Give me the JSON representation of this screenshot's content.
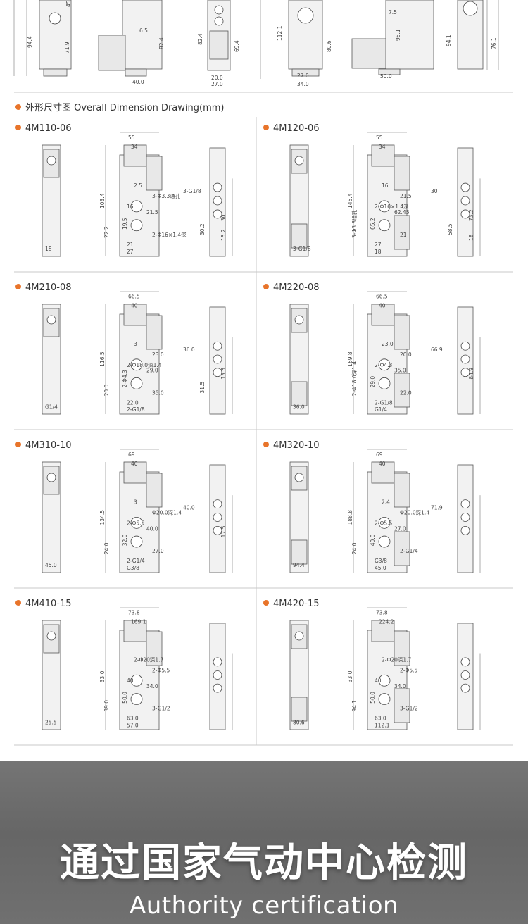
{
  "top_strip": {
    "left_dims": [
      "94.4",
      "71.9",
      "6.5",
      "82.4",
      "40.0",
      "82.4",
      "69.4",
      "20.0",
      "27.0",
      "45"
    ],
    "right_dims": [
      "112.1",
      "80.6",
      "27.0",
      "34.0",
      "7.5",
      "98.1",
      "50.0",
      "94.1",
      "76.1"
    ]
  },
  "section_heading": "外形尺寸图 Overall Dimension Drawing(mm)",
  "bullet_color": "#e8742a",
  "models": [
    {
      "name": "4M110-06",
      "dims": [
        "55",
        "34",
        "103.4",
        "2.5",
        "3-Φ3.3通孔",
        "22.2",
        "16",
        "19.5",
        "21.5",
        "2-Φ16×1.4深",
        "21",
        "27",
        "18",
        "3-G1/8",
        "30",
        "30.2",
        "15.2"
      ]
    },
    {
      "name": "4M120-06",
      "dims": [
        "55",
        "34",
        "146.4",
        "16",
        "21.5",
        "3-Φ3.3通孔",
        "2-Φ16×1.4深",
        "65.2",
        "62.45",
        "21",
        "27",
        "18",
        "3-G1/8",
        "30",
        "73.2",
        "58.5",
        "18"
      ]
    },
    {
      "name": "4M210-08",
      "dims": [
        "66.5",
        "40",
        "116.5",
        "3",
        "23.0",
        "20.0",
        "2-Φ18.0深1.4",
        "2-Φ4.3",
        "29.0",
        "35.0",
        "22.0",
        "2-G1/8",
        "G1/4",
        "36.0",
        "13.5",
        "31.5"
      ]
    },
    {
      "name": "4M220-08",
      "dims": [
        "66.5",
        "40",
        "169.8",
        "23.0",
        "20.0",
        "2-Φ18.0深1.4",
        "2-Φ4.3",
        "29.0",
        "35.0",
        "22.0",
        "2-G1/8",
        "G1/4",
        "36.0",
        "66.9",
        "84.9"
      ]
    },
    {
      "name": "4M310-10",
      "dims": [
        "69",
        "40",
        "134.5",
        "3",
        "Φ20.0深1.4",
        "24.0",
        "2-Φ5.5",
        "32.0",
        "40.0",
        "27.0",
        "2-G1/4",
        "G3/8",
        "45.0",
        "40.0",
        "17.5"
      ]
    },
    {
      "name": "4M320-10",
      "dims": [
        "69",
        "40",
        "188.8",
        "2.4",
        "Φ20.0深1.4",
        "24.0",
        "2-Φ5.5",
        "40.0",
        "27.0",
        "2-G1/4",
        "G3/8",
        "45.0",
        "94.4",
        "71.9"
      ]
    },
    {
      "name": "4M410-15",
      "dims": [
        "73.8",
        "169.1",
        "33.0",
        "2-Φ20深1.7",
        "2-Φ5.5",
        "39.0",
        "40",
        "50.0",
        "34.0",
        "3-G1/2",
        "63.0",
        "57.0",
        "25.5"
      ]
    },
    {
      "name": "4M420-15",
      "dims": [
        "73.8",
        "224.2",
        "33.0",
        "2-Φ20深1.7",
        "2-Φ5.5",
        "94.1",
        "40",
        "50.0",
        "34.0",
        "3-G1/2",
        "63.0",
        "112.1",
        "80.6"
      ]
    }
  ],
  "footer": {
    "title_cn": "通过国家气动中心检测",
    "subtitle_en": "Authority certification"
  }
}
